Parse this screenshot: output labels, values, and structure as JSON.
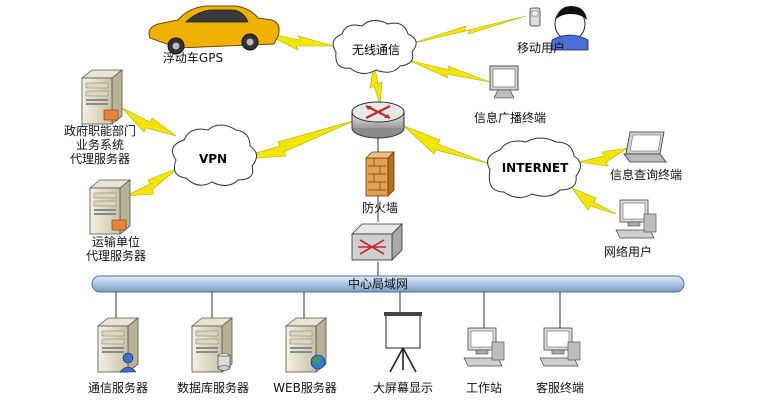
{
  "clouds": {
    "wireless": "无线通信",
    "vpn": "VPN",
    "internet": "INTERNET"
  },
  "labels": {
    "car": "浮动车GPS",
    "mobile_user": "移动用户",
    "broadcast_terminal": "信息广播终端",
    "gov_proxy": [
      "政府职能部门",
      "业务系统",
      "代理服务器"
    ],
    "transport_proxy": [
      "运输单位",
      "代理服务器"
    ],
    "firewall": "防火墙",
    "query_terminal": "信息查询终端",
    "network_user": "网络用户",
    "lan": "中心局域网"
  },
  "bottom_devices": [
    {
      "label": "通信服务器",
      "icon": "server-user-icon"
    },
    {
      "label": "数据库服务器",
      "icon": "server-database-icon"
    },
    {
      "label": "WEB服务器",
      "icon": "server-globe-icon"
    },
    {
      "label": "大屏幕显示",
      "icon": "projection-screen-icon"
    },
    {
      "label": "工作站",
      "icon": "workstation-icon"
    },
    {
      "label": "客服终端",
      "icon": "workstation-icon"
    }
  ],
  "colors": {
    "lightning": "#f2e600",
    "lan_bar": "#b8d0ea",
    "router": "#c0c0c0",
    "firewall": "#e0a050",
    "car": "#f0b000"
  }
}
